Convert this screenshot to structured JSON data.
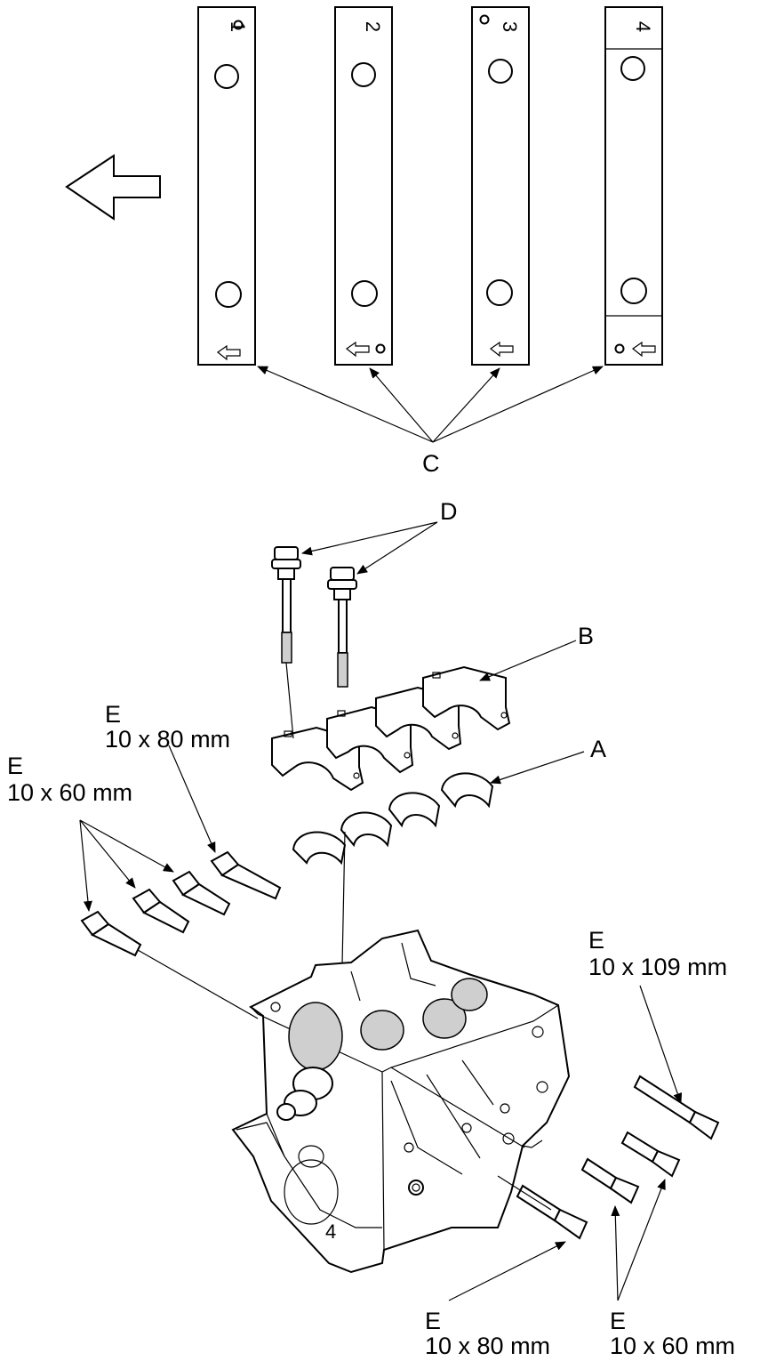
{
  "bearing_caps": [
    {
      "number": "1"
    },
    {
      "number": "2"
    },
    {
      "number": "3"
    },
    {
      "number": "4"
    }
  ],
  "callouts": {
    "A": {
      "letter": "A"
    },
    "B": {
      "letter": "B"
    },
    "C": {
      "letter": "C"
    },
    "D": {
      "letter": "D"
    },
    "E_left_80": {
      "letter": "E",
      "size": "10 x 80 mm"
    },
    "E_left_60": {
      "letter": "E",
      "size": "10 x 60 mm"
    },
    "E_right_109": {
      "letter": "E",
      "size": "10 x 109 mm"
    },
    "E_bottom_80": {
      "letter": "E",
      "size": "10 x 80 mm"
    },
    "E_bottom_60": {
      "letter": "E",
      "size": "10 x 60 mm"
    }
  }
}
